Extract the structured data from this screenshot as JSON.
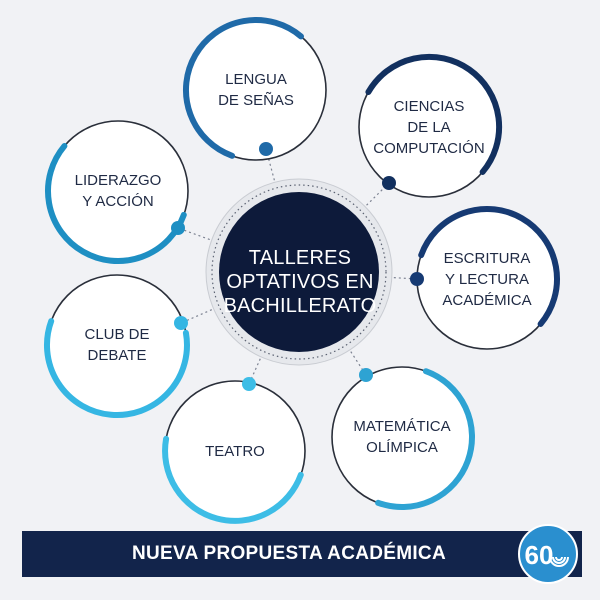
{
  "center": {
    "lines": [
      "TALLERES",
      "OPTATIVOS EN",
      "BACHILLERATO"
    ]
  },
  "nodes": [
    {
      "id": "lengua-de-senas",
      "lines": [
        "LENGUA",
        "DE SEÑAS"
      ],
      "accent": "#1f6aa8"
    },
    {
      "id": "ciencias-de-la-computacion",
      "lines": [
        "CIENCIAS",
        "DE LA",
        "COMPUTACIÓN"
      ],
      "accent": "#12305f"
    },
    {
      "id": "escritura-y-lectura-academica",
      "lines": [
        "ESCRITURA",
        "Y LECTURA",
        "ACADÉMICA"
      ],
      "accent": "#163a73"
    },
    {
      "id": "matematica-olimpica",
      "lines": [
        "MATEMÁTICA",
        "OLÍMPICA"
      ],
      "accent": "#2ea3d3"
    },
    {
      "id": "teatro",
      "lines": [
        "TEATRO"
      ],
      "accent": "#3dbde6"
    },
    {
      "id": "club-de-debate",
      "lines": [
        "CLUB DE",
        "DEBATE"
      ],
      "accent": "#35b6e3"
    },
    {
      "id": "liderazgo-y-accion",
      "lines": [
        "LIDERAZGO",
        "Y ACCIÓN"
      ],
      "accent": "#1e8fc3"
    }
  ],
  "banner": {
    "text": "NUEVA PROPUESTA ACADÉMICA"
  },
  "logo": {
    "text": "60"
  },
  "colors": {
    "navy": "#12244b",
    "dark_center": "#0d1a3a",
    "ring_gray": "#d7dade"
  }
}
